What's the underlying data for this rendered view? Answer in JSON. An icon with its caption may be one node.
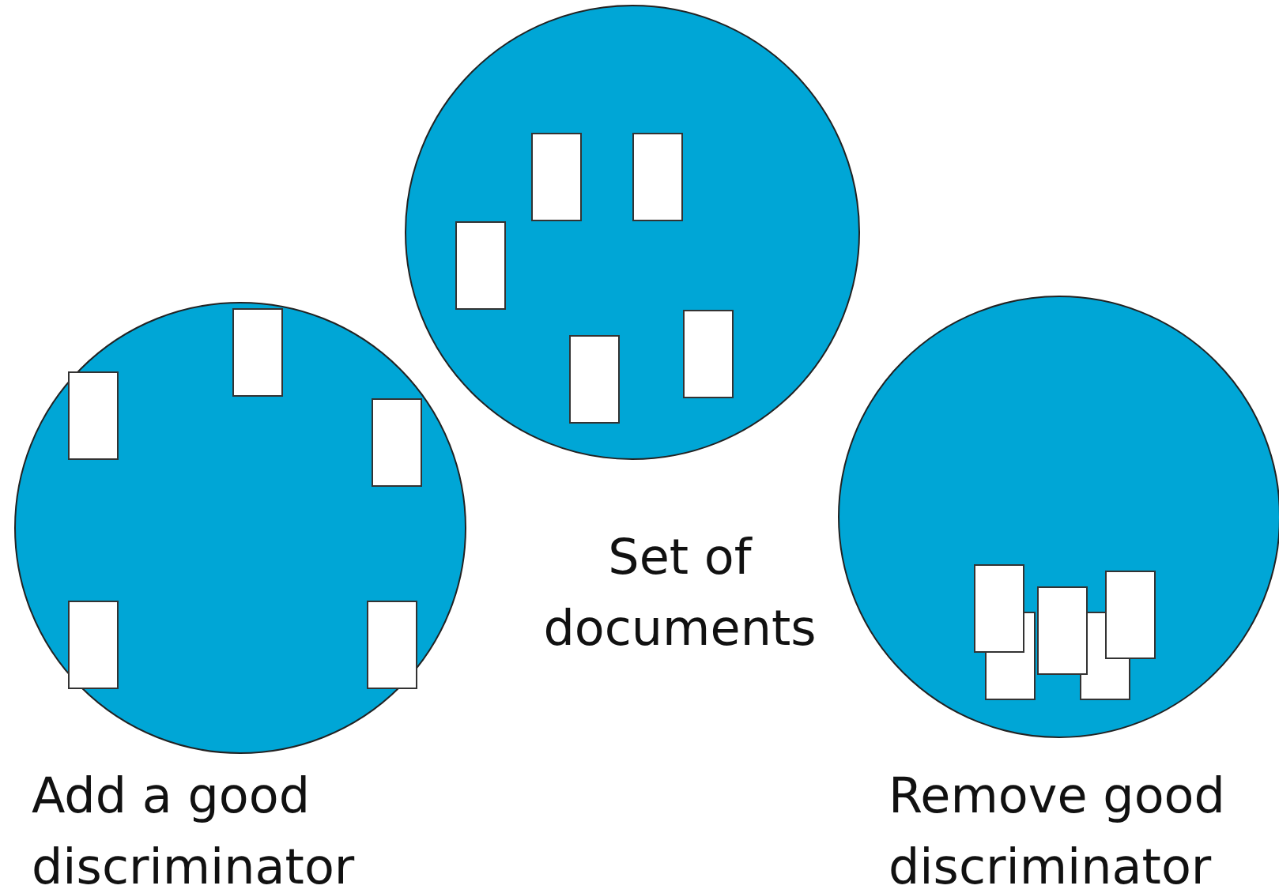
{
  "diagram": {
    "nodes": [
      {
        "text": [],
        "shape": "circle"
      },
      {
        "text": [],
        "shape": "circle"
      },
      {
        "text": [],
        "shape": "circle"
      }
    ],
    "labels": [
      "Set of documents",
      "Add a good discriminator",
      "Remove good discriminator"
    ]
  }
}
